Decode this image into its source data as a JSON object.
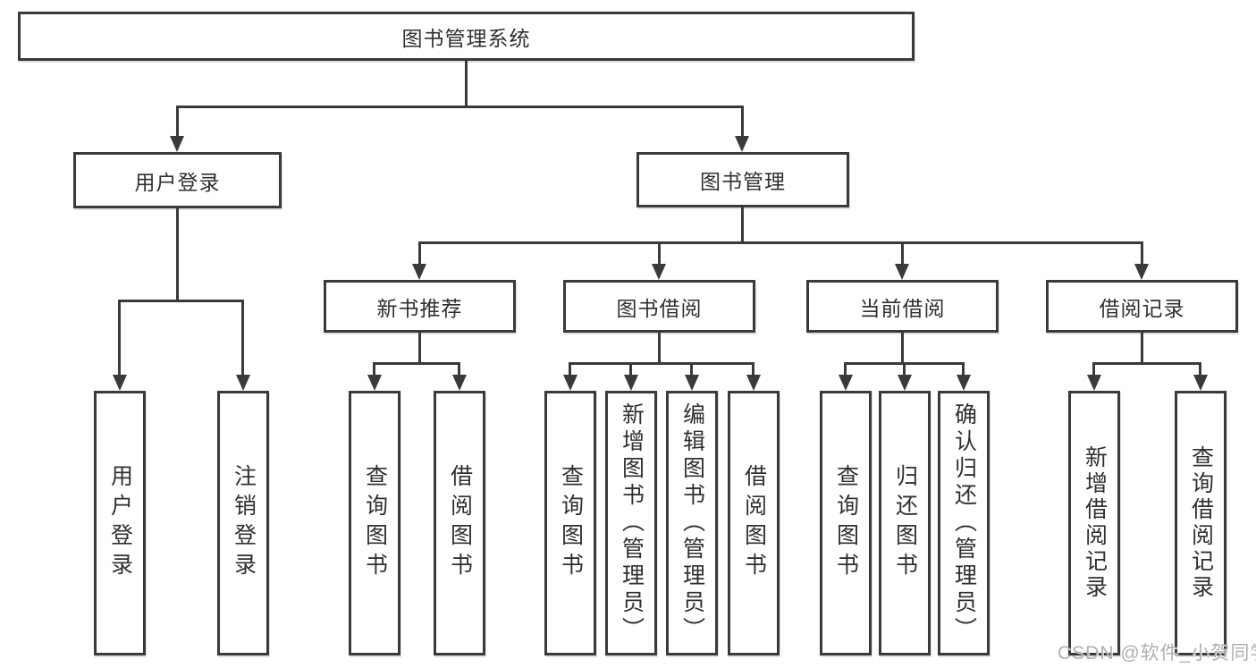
{
  "tree": {
    "label": "图书管理系统",
    "children": [
      {
        "label": "用户登录",
        "children": [
          {
            "label": "用户登录"
          },
          {
            "label": "注销登录"
          }
        ]
      },
      {
        "label": "图书管理",
        "children": [
          {
            "label": "新书推荐",
            "children": [
              {
                "label": "查询图书"
              },
              {
                "label": "借阅图书"
              }
            ]
          },
          {
            "label": "图书借阅",
            "children": [
              {
                "label": "查询图书"
              },
              {
                "label": "新增图书（管理员）"
              },
              {
                "label": "编辑图书（管理员）"
              },
              {
                "label": "借阅图书"
              }
            ]
          },
          {
            "label": "当前借阅",
            "children": [
              {
                "label": "查询图书"
              },
              {
                "label": "归还图书"
              },
              {
                "label": "确认归还（管理员）"
              }
            ]
          },
          {
            "label": "借阅记录",
            "children": [
              {
                "label": "新增借阅记录"
              },
              {
                "label": "查询借阅记录"
              }
            ]
          }
        ]
      }
    ]
  },
  "watermark": {
    "text": "CSDN @软件_小贺同学"
  },
  "colors": {
    "line": "#3a3a3a",
    "text": "#303030",
    "background": "#ffffff",
    "watermark": "#b0b0b0"
  }
}
